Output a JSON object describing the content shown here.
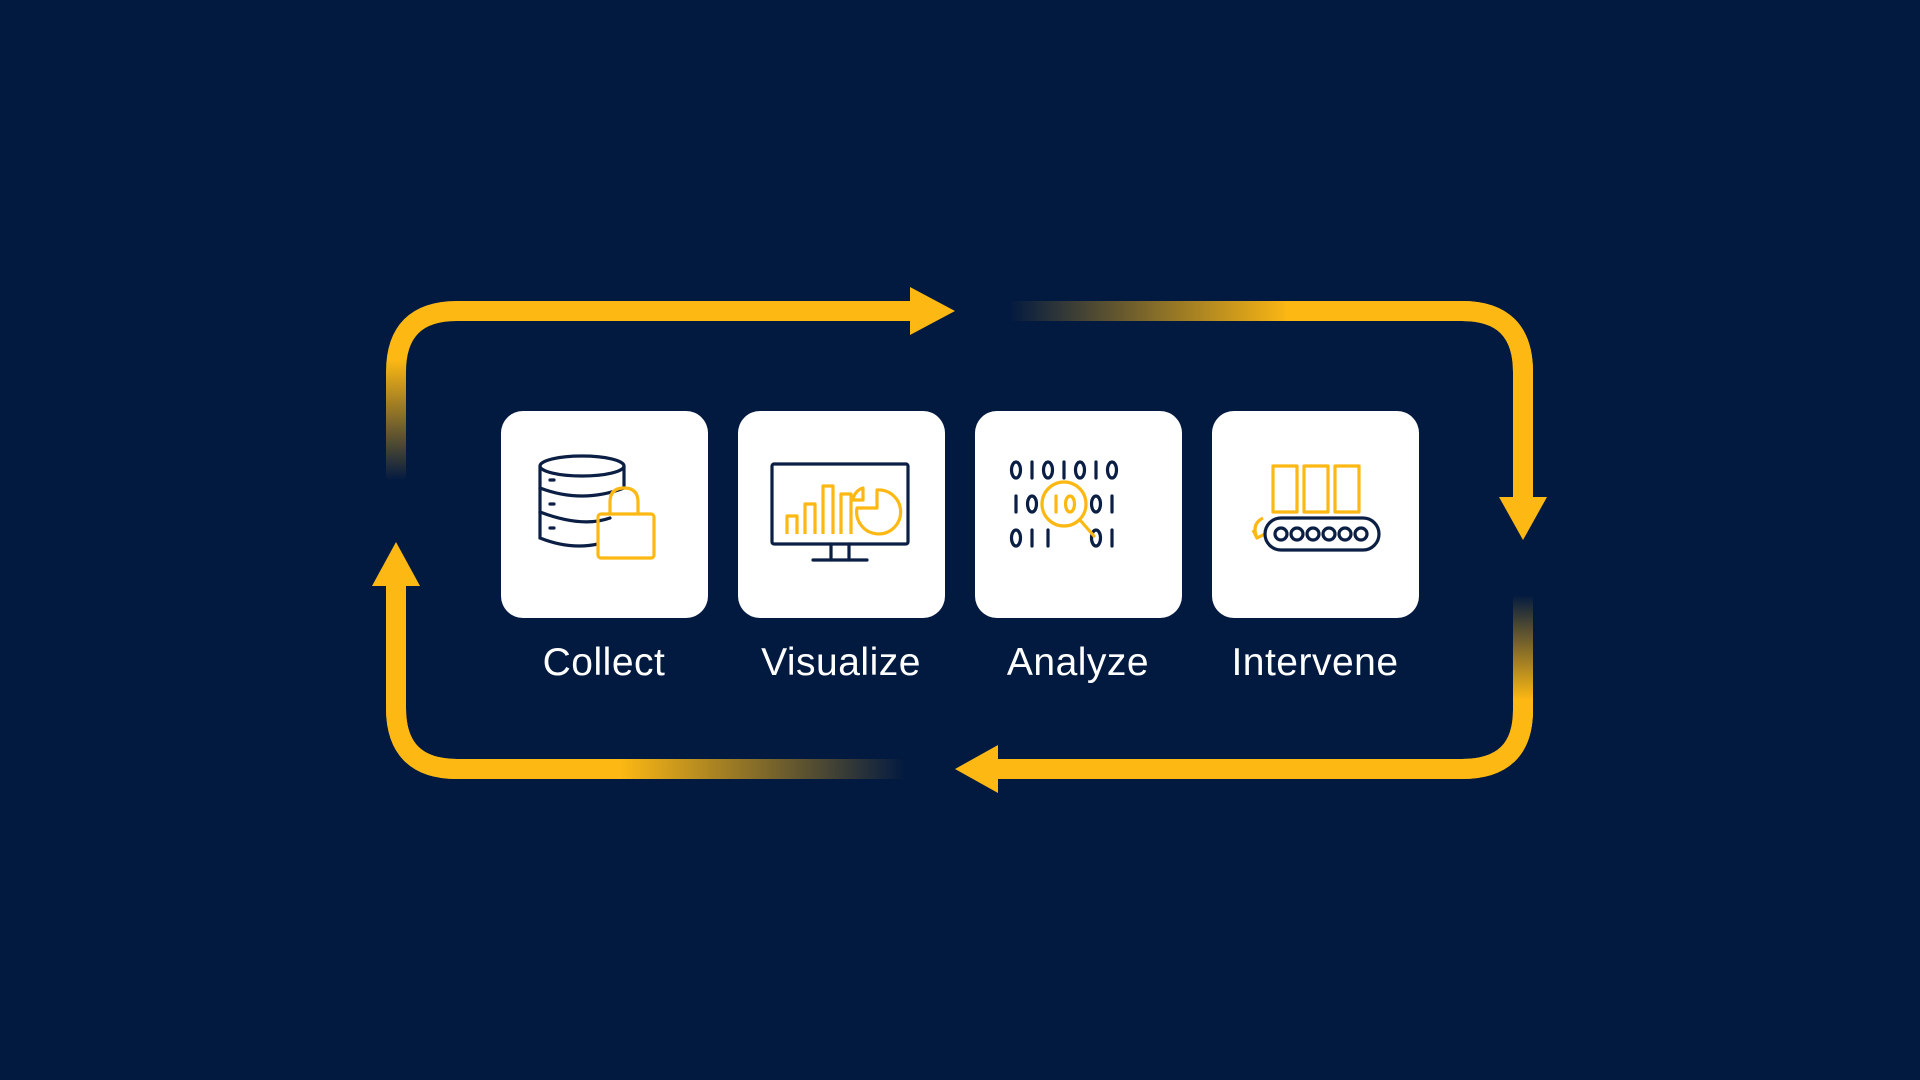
{
  "colors": {
    "background": "#031A40",
    "accent": "#FDB813",
    "icon_outline": "#0B1F45",
    "card": "#FFFFFF",
    "label_text": "#FFFFFF"
  },
  "steps": [
    {
      "label": "Collect",
      "icon": "database-lock-icon"
    },
    {
      "label": "Visualize",
      "icon": "monitor-chart-icon"
    },
    {
      "label": "Analyze",
      "icon": "binary-magnifier-icon"
    },
    {
      "label": "Intervene",
      "icon": "conveyor-belt-icon"
    }
  ],
  "cycle": {
    "direction": "clockwise",
    "arrows": 4
  }
}
